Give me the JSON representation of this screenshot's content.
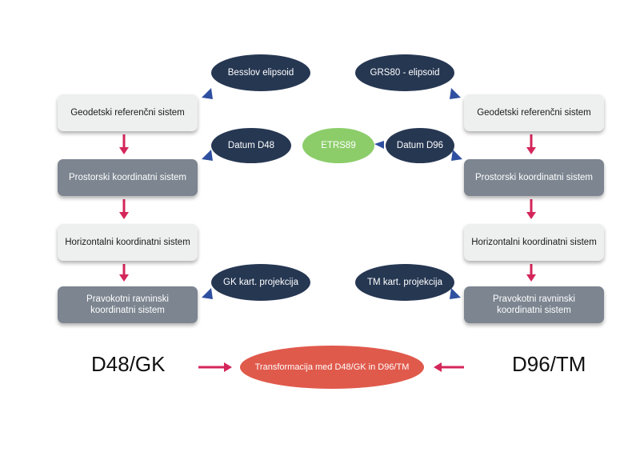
{
  "left": {
    "boxes": [
      "Geodetski referenčni sistem",
      "Prostorski koordinatni sistem",
      "Horizontalni koordinatni sistem",
      "Pravokotni ravninski koordinatni sistem"
    ],
    "ellipses": [
      "Besslov elipsoid",
      "Datum D48",
      "GK kart. projekcija"
    ],
    "label": "D48/GK"
  },
  "right": {
    "boxes": [
      "Geodetski referenčni sistem",
      "Prostorski koordinatni sistem",
      "Horizontalni koordinatni sistem",
      "Pravokotni ravninski koordinatni sistem"
    ],
    "ellipses": [
      "GRS80 - elipsoid",
      "Datum D96",
      "TM kart. projekcija"
    ],
    "label": "D96/TM"
  },
  "center": {
    "etrs": "ETRS89",
    "transformation": "Transformacija med D48/GK in D96/TM"
  },
  "colors": {
    "navy": "#263752",
    "green": "#8ccd6a",
    "red": "#e05a4c",
    "arrow_pink": "#d4265a",
    "arrow_blue": "#2f4fa0",
    "box_light": "#eef0ef",
    "box_dark": "#7c8590"
  }
}
